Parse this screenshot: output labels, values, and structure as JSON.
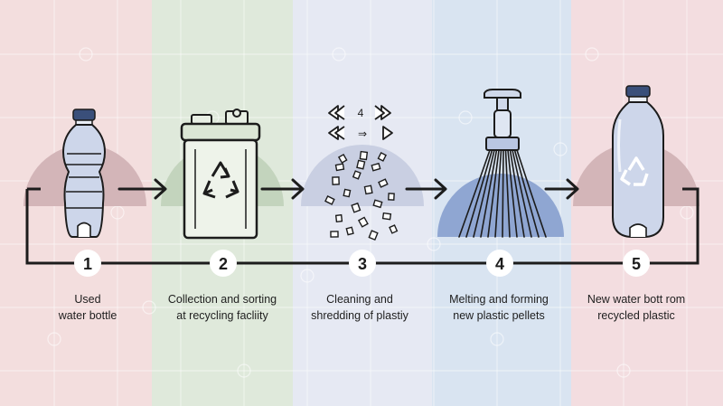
{
  "colors": {
    "band_1": "#f3dede",
    "band_2": "#dfe9db",
    "band_3": "#e6e9f3",
    "band_4": "#d9e4f1",
    "band_5": "#f3dde0",
    "dome_pink": "#d3b5b8",
    "dome_green": "#c3d4bd",
    "dome_lavender": "#c9cfe2",
    "dome_blue": "#8fa6d2",
    "line": "#1c1c1c",
    "bottle_cap": "#3a4f7a",
    "bottle_fill": "#cdd6ea"
  },
  "steps": [
    {
      "number": "1",
      "label_line1": "Used",
      "label_line2": "water bottle",
      "icon": "used-bottle-icon"
    },
    {
      "number": "2",
      "label_line1": "Collection and sorting",
      "label_line2": "at recycling facliity",
      "icon": "recycling-bin-icon"
    },
    {
      "number": "3",
      "label_line1": "Cleaning and",
      "label_line2": "shredding of plastiy",
      "icon": "shredding-icon"
    },
    {
      "number": "4",
      "label_line1": "Melting and forming",
      "label_line2": "new plastic pellets",
      "icon": "melting-icon"
    },
    {
      "number": "5",
      "label_line1": "New water bott rom",
      "label_line2": "recycled plastic",
      "icon": "new-bottle-icon"
    }
  ],
  "shred_glyphs": {
    "top": "4",
    "middle": "⇒"
  }
}
